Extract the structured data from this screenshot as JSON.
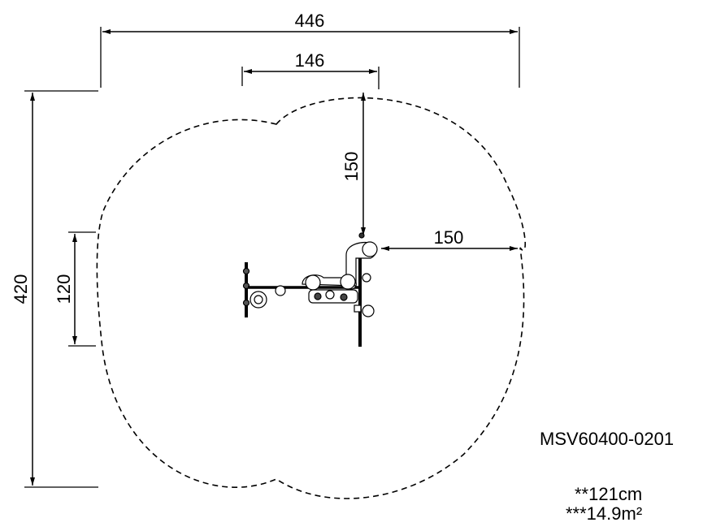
{
  "dimensions": {
    "overall_width": "446",
    "overall_depth": "420",
    "top_inner_width": "146",
    "vertical_clearance": "150",
    "horizontal_clearance": "150",
    "left_height": "120"
  },
  "product": {
    "model_code": "MSV60400-0201",
    "free_fall_height": "**121cm",
    "safety_area": "***14.9m²"
  }
}
